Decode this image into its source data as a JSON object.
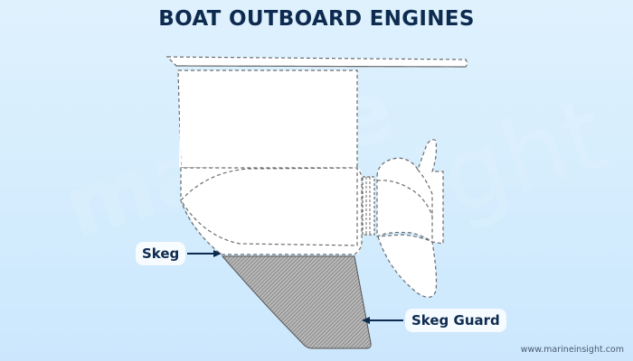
{
  "title": "BOAT OUTBOARD ENGINES",
  "labels": {
    "skeg": "Skeg",
    "skeg_guard": "Skeg Guard"
  },
  "watermark": {
    "text_left": "marine",
    "text_right": "sight"
  },
  "credit": "www.marineinsight.com",
  "colors": {
    "title": "#0d2a4f",
    "background_top": "#dff1fd",
    "background_bottom": "#cce7fd",
    "outline_dash": "#6b6b6b",
    "skeg_guard_fill": "#9c9c9c",
    "arrow": "#0d2a4f"
  }
}
